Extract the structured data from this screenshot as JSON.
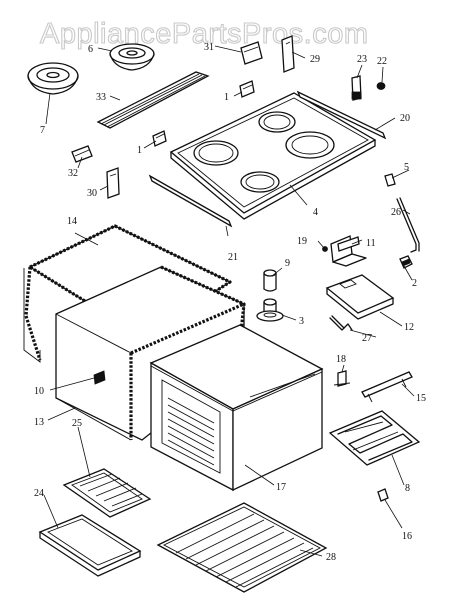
{
  "watermark": "AppliancePartsPros.com",
  "callouts": {
    "p1a": "1",
    "p1b": "1",
    "p2": "2",
    "p3": "3",
    "p4": "4",
    "p5": "5",
    "p6": "6",
    "p7": "7",
    "p8": "8",
    "p9": "9",
    "p10": "10",
    "p11": "11",
    "p12": "12",
    "p13": "13",
    "p14": "14",
    "p15": "15",
    "p16": "16",
    "p17": "17",
    "p18": "18",
    "p19": "19",
    "p20": "20",
    "p21": "21",
    "p22": "22",
    "p23": "23",
    "p24": "24",
    "p25": "25",
    "p26": "26",
    "p27": "27",
    "p28": "28",
    "p29": "29",
    "p30": "30",
    "p31": "31",
    "p32": "32",
    "p33": "33"
  }
}
